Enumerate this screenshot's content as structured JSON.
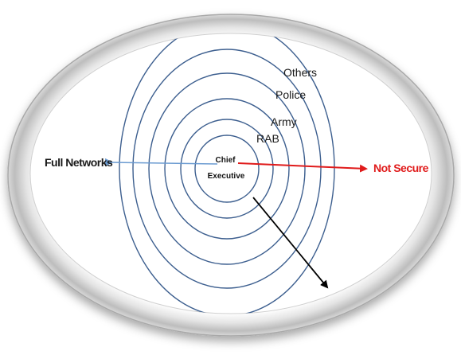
{
  "diagram": {
    "center": {
      "line1": "Chief",
      "line2": "Executive"
    },
    "rings": [
      {
        "label": "RAB"
      },
      {
        "label": "Army"
      },
      {
        "label": "Police"
      },
      {
        "label": "Others"
      }
    ],
    "left_label": "Full Networks",
    "right_label": "Not Secure",
    "colors": {
      "ring_stroke": "#3d5f8f",
      "left_arrow": "#6b9bd1",
      "left_text": "#1a1a1a",
      "right_arrow": "#e01b1b",
      "right_text": "#e01b1b",
      "diagonal_arrow": "#000000",
      "frame": "#c8c8c8"
    }
  }
}
